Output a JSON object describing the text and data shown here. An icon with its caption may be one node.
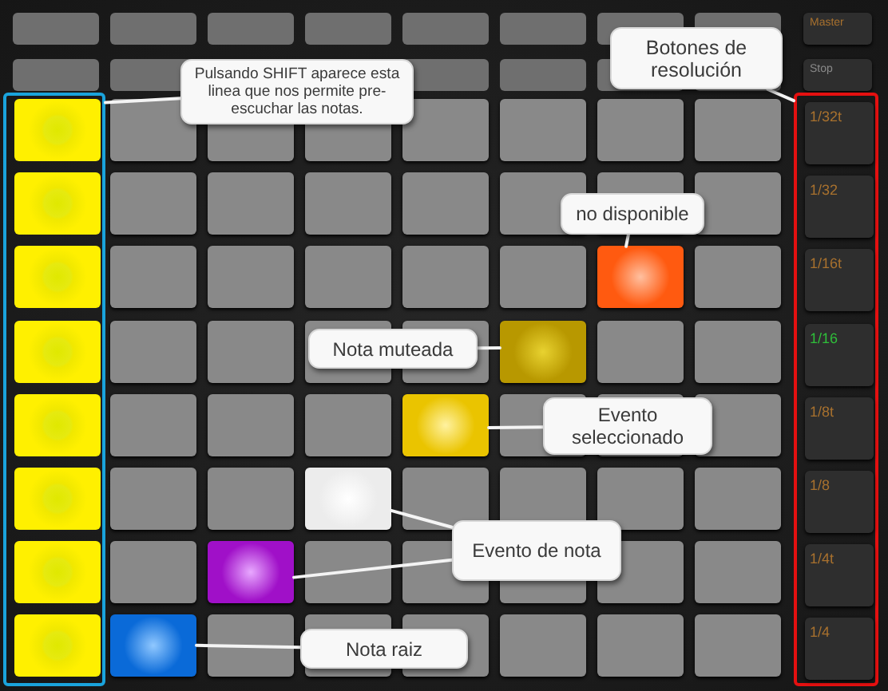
{
  "diagram": {
    "nodes": [
      {
        "text": [
          "Pulsando SHIFT aparece esta linea que nos permite pre-escuchar las notas."
        ]
      },
      {
        "text": [
          "Botones de resolución"
        ]
      },
      {
        "text": [
          "Master"
        ]
      },
      {
        "text": [
          "Stop"
        ]
      },
      {
        "text": [],
        "shape": "box"
      },
      {
        "text": [],
        "shape": "box"
      },
      {
        "text": [
          "1/32t"
        ],
        "in": 5
      },
      {
        "text": [
          "1/32"
        ],
        "in": 5
      },
      {
        "text": [
          "1/16t"
        ],
        "in": 5
      },
      {
        "text": [
          "1/16"
        ],
        "in": 5
      },
      {
        "text": [
          "1/8t"
        ],
        "in": 5
      },
      {
        "text": [
          "1/8"
        ],
        "in": 5
      },
      {
        "text": [
          "1/4t"
        ],
        "in": 5
      },
      {
        "text": [
          "1/4"
        ],
        "in": 5
      },
      {
        "text": [
          "no disponible"
        ]
      },
      {
        "text": [],
        "shape": "box"
      },
      {
        "text": [
          "Nota muteada"
        ]
      },
      {
        "text": [],
        "shape": "box"
      },
      {
        "text": [],
        "shape": "box"
      },
      {
        "text": [
          "Evento seleccionado"
        ]
      },
      {
        "text": [],
        "shape": "box"
      },
      {
        "text": [
          "Evento de nota"
        ]
      },
      {
        "text": [],
        "shape": "box"
      },
      {
        "text": [],
        "shape": "box"
      },
      {
        "text": [
          "Nota raiz"
        ]
      }
    ],
    "edges": [
      {
        "from": 0,
        "to": 4,
        "arrow": "none"
      },
      {
        "from": 1,
        "to": 5,
        "arrow": "none"
      },
      {
        "from": 14,
        "to": 15,
        "arrow": "none"
      },
      {
        "from": 16,
        "to": 17,
        "arrow": "none"
      },
      {
        "from": 19,
        "to": 18,
        "arrow": "none"
      },
      {
        "from": 21,
        "to": 20,
        "arrow": "none"
      },
      {
        "from": 21,
        "to": 22,
        "arrow": "none"
      },
      {
        "from": 24,
        "to": 23,
        "arrow": "none"
      }
    ]
  }
}
